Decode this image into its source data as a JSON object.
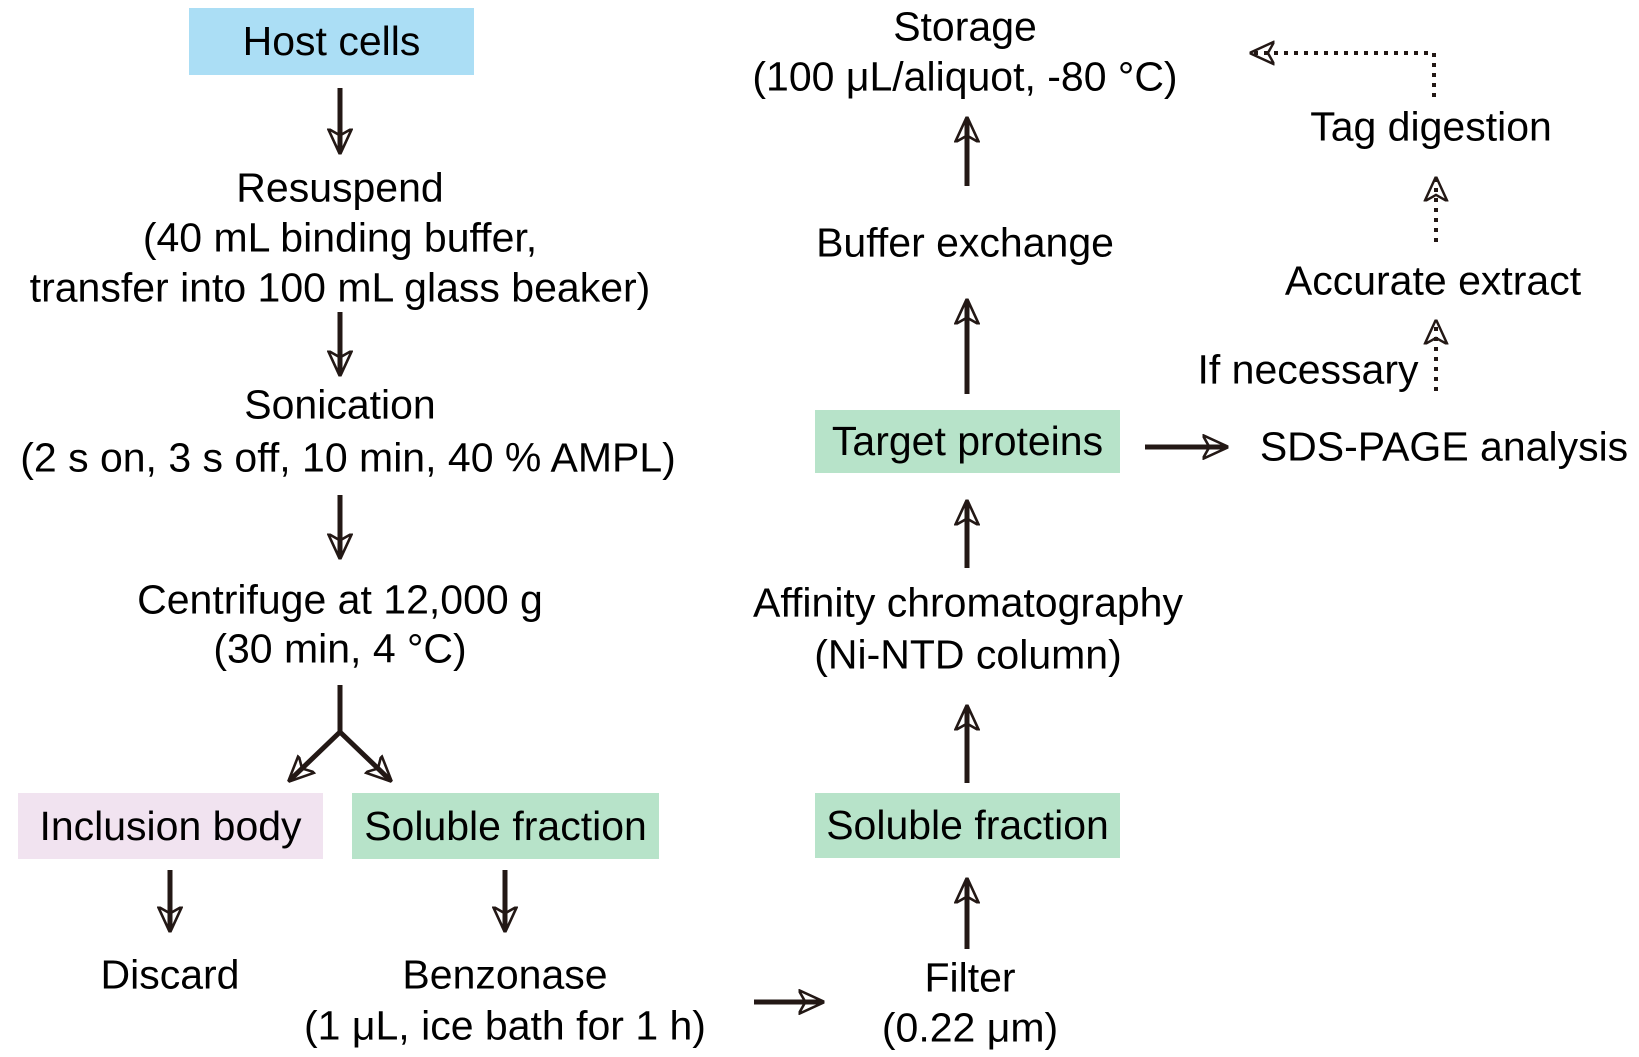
{
  "colors": {
    "background": "#ffffff",
    "box_blue": "#abdef5",
    "box_pink": "#f1e3f0",
    "box_green": "#b7e3c9",
    "arrow": "#231815",
    "text": "#000000"
  },
  "boxes": {
    "host_cells": "Host cells",
    "inclusion_body": "Inclusion body",
    "soluble_fraction_left": "Soluble fraction",
    "target_proteins": "Target proteins",
    "soluble_fraction_mid": "Soluble fraction"
  },
  "steps": {
    "resuspend": {
      "l1": "Resuspend",
      "l2": "(40 mL binding buffer,",
      "l3": "transfer into 100 mL glass beaker)"
    },
    "sonication": {
      "l1": "Sonication",
      "l2": "(2 s on, 3 s off, 10 min, 40 % AMPL)"
    },
    "centrifuge": {
      "l1": "Centrifuge at 12,000 g",
      "l2": "(30 min, 4 °C)"
    },
    "discard": "Discard",
    "benzonase": {
      "l1": "Benzonase",
      "l2": "(1 μL, ice bath for 1 h)"
    },
    "filter": {
      "l1": "Filter",
      "l2": "(0.22 μm)"
    },
    "storage": {
      "l1": "Storage",
      "l2": "(100 μL/aliquot, -80 °C)"
    },
    "buffer_exchange": "Buffer exchange",
    "affinity": {
      "l1": "Affinity chromatography",
      "l2": "(Ni-NTD column)"
    },
    "sds_page": "SDS-PAGE analysis",
    "if_necessary": "If necessary",
    "accurate_extract": "Accurate extract",
    "tag_digestion": "Tag digestion"
  }
}
